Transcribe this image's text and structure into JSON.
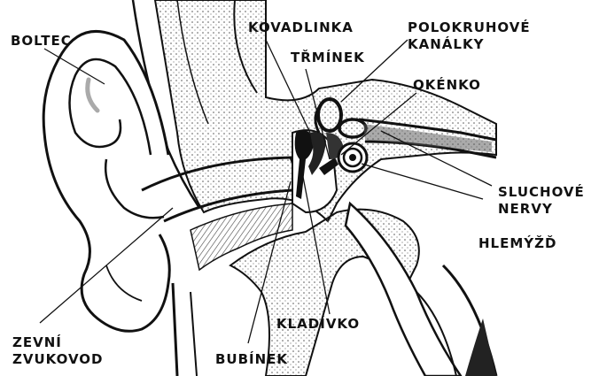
{
  "diagram": {
    "labels": {
      "boltec": [
        "BOLTEC"
      ],
      "kovadlinka": [
        "KOVADLINKA"
      ],
      "polokruhove_kanalky": [
        "POLOKRUHOVÉ",
        "KANÁLKY"
      ],
      "trminek": [
        "TŘMÍNEK"
      ],
      "okenko": [
        "OKÉNKO"
      ],
      "sluchove_nervy": [
        "SLUCHOVÉ",
        "NERVY"
      ],
      "hlemyzd": [
        "HLEMÝŽĎ"
      ],
      "zevni_zvukovod": [
        "ZEVNÍ",
        "ZVUKOVOD"
      ],
      "kladivko": [
        "KLADÍVKO"
      ],
      "bubinek": [
        "BUBÍNEK"
      ]
    },
    "colors": {
      "ink": "#111111",
      "background": "#ffffff",
      "shading": "#777777"
    }
  }
}
